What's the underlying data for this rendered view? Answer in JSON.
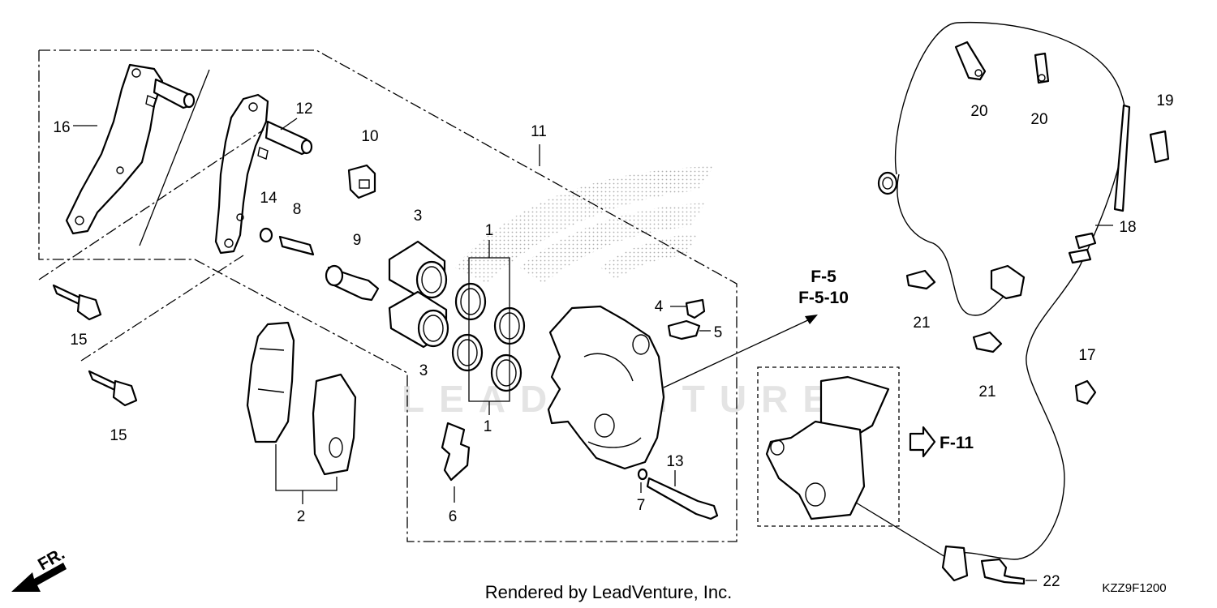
{
  "labels": {
    "l1a": "1",
    "l1b": "1",
    "l2": "2",
    "l3a": "3",
    "l3b": "3",
    "l4": "4",
    "l5": "5",
    "l6": "6",
    "l7": "7",
    "l8": "8",
    "l9": "9",
    "l10": "10",
    "l11": "11",
    "l12": "12",
    "l13": "13",
    "l14": "14",
    "l15a": "15",
    "l15b": "15",
    "l16": "16",
    "l17": "17",
    "l18": "18",
    "l19": "19",
    "l20a": "20",
    "l20b": "20",
    "l21a": "21",
    "l21b": "21",
    "l22": "22"
  },
  "refs": {
    "f5": "F-5",
    "f510": "F-5-10",
    "f11": "F-11",
    "front": "FR."
  },
  "footer": {
    "credit": "Rendered by LeadVenture, Inc.",
    "code": "KZZ9F1200"
  },
  "watermark": "LEADVENTURE",
  "colors": {
    "line": "#000000",
    "background": "#ffffff",
    "watermark": "#e4e4e4"
  }
}
